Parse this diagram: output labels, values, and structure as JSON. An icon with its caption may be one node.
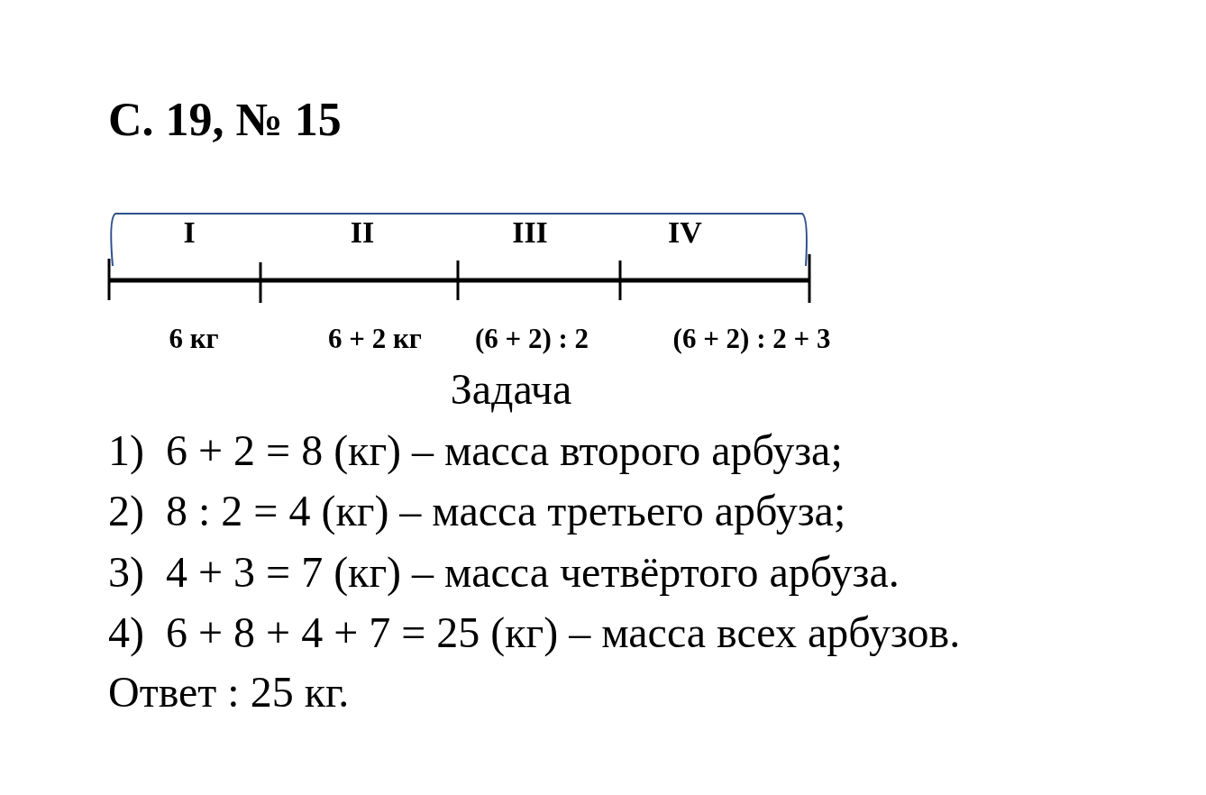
{
  "diagram": {
    "title": "С. 19, № 15",
    "labels": [
      "I",
      "II",
      "III",
      "IV",
      "6 кг",
      "6 + 2 кг",
      "(6 + 2) : 2",
      "(6 + 2) : 2 + 3",
      "Задача",
      "1)  6 + 2 = 8 (кг) – масса второго арбуза;",
      "2)  8 : 2 = 4 (кг) – масса третьего арбуза;",
      "3)  4 + 3 = 7 (кг) – масса четвёртого арбуза.",
      "4)  6 + 8 + 4 + 7 = 25 (кг) – масса всех арбузов.",
      "Ответ : 25 кг."
    ]
  }
}
